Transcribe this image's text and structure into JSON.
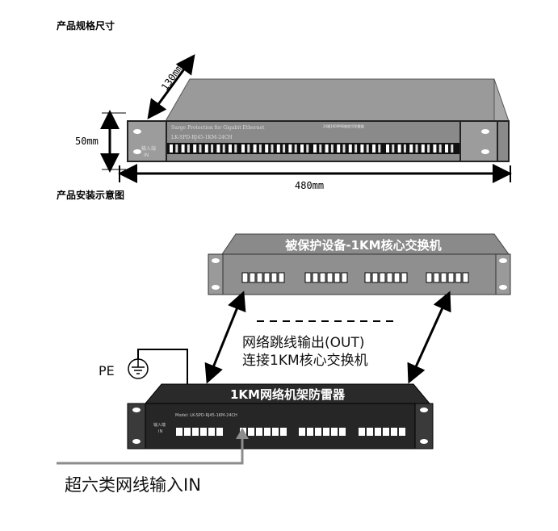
{
  "headings": {
    "spec": "产品规格尺寸",
    "install": "产品安装示意图"
  },
  "spec_device": {
    "name_en": "Surge Protection for Gigabit Ethernet",
    "model": "LK-SPD-RJ45-1KM-24CH",
    "name_cn": "24路1000M网络信号防雷器",
    "input_label_cn": "输入端",
    "input_label_en": "IN"
  },
  "dimensions": {
    "depth": "130mm",
    "height": "50mm",
    "width": "480mm"
  },
  "switch": {
    "title": "被保护设备-1KM核心交换机"
  },
  "out_note": {
    "line1": "网络跳线输出(OUT)",
    "line2": "连接1KM核心交换机"
  },
  "pe_label": "PE",
  "protector": {
    "title": "1KM网络机架防雷器",
    "model": "Model: LK-SPD-RJ45-1KM-24CH",
    "input_label_cn": "输入端",
    "input_label_en": "IN"
  },
  "input_note": "超六类网线输入IN",
  "colors": {
    "gray_panel": "#8a8a8a",
    "dark_panel": "#2a2a2a",
    "arrow_gray": "#8c8c8c"
  }
}
